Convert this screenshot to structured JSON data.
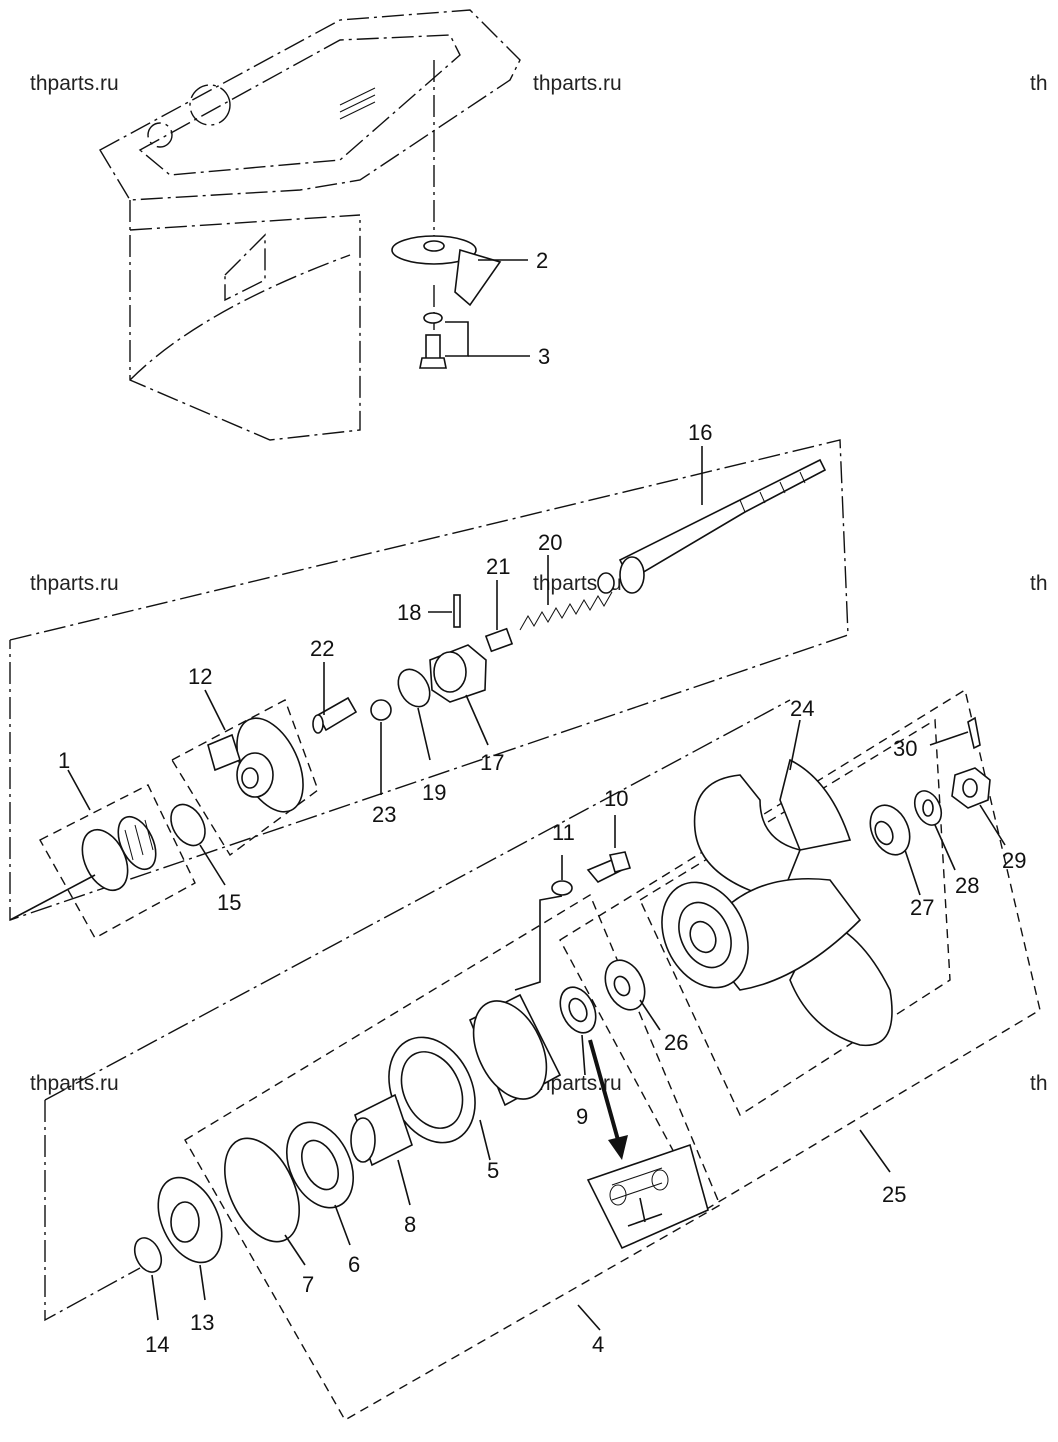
{
  "watermark": "thparts.ru",
  "labels": [
    "1",
    "2",
    "3",
    "4",
    "5",
    "6",
    "7",
    "8",
    "9",
    "10",
    "11",
    "12",
    "13",
    "14",
    "15",
    "16",
    "17",
    "18",
    "19",
    "20",
    "21",
    "22",
    "23",
    "24",
    "25",
    "26",
    "27",
    "28",
    "29",
    "30"
  ],
  "colors": {
    "line": "#111111",
    "background": "#ffffff"
  }
}
